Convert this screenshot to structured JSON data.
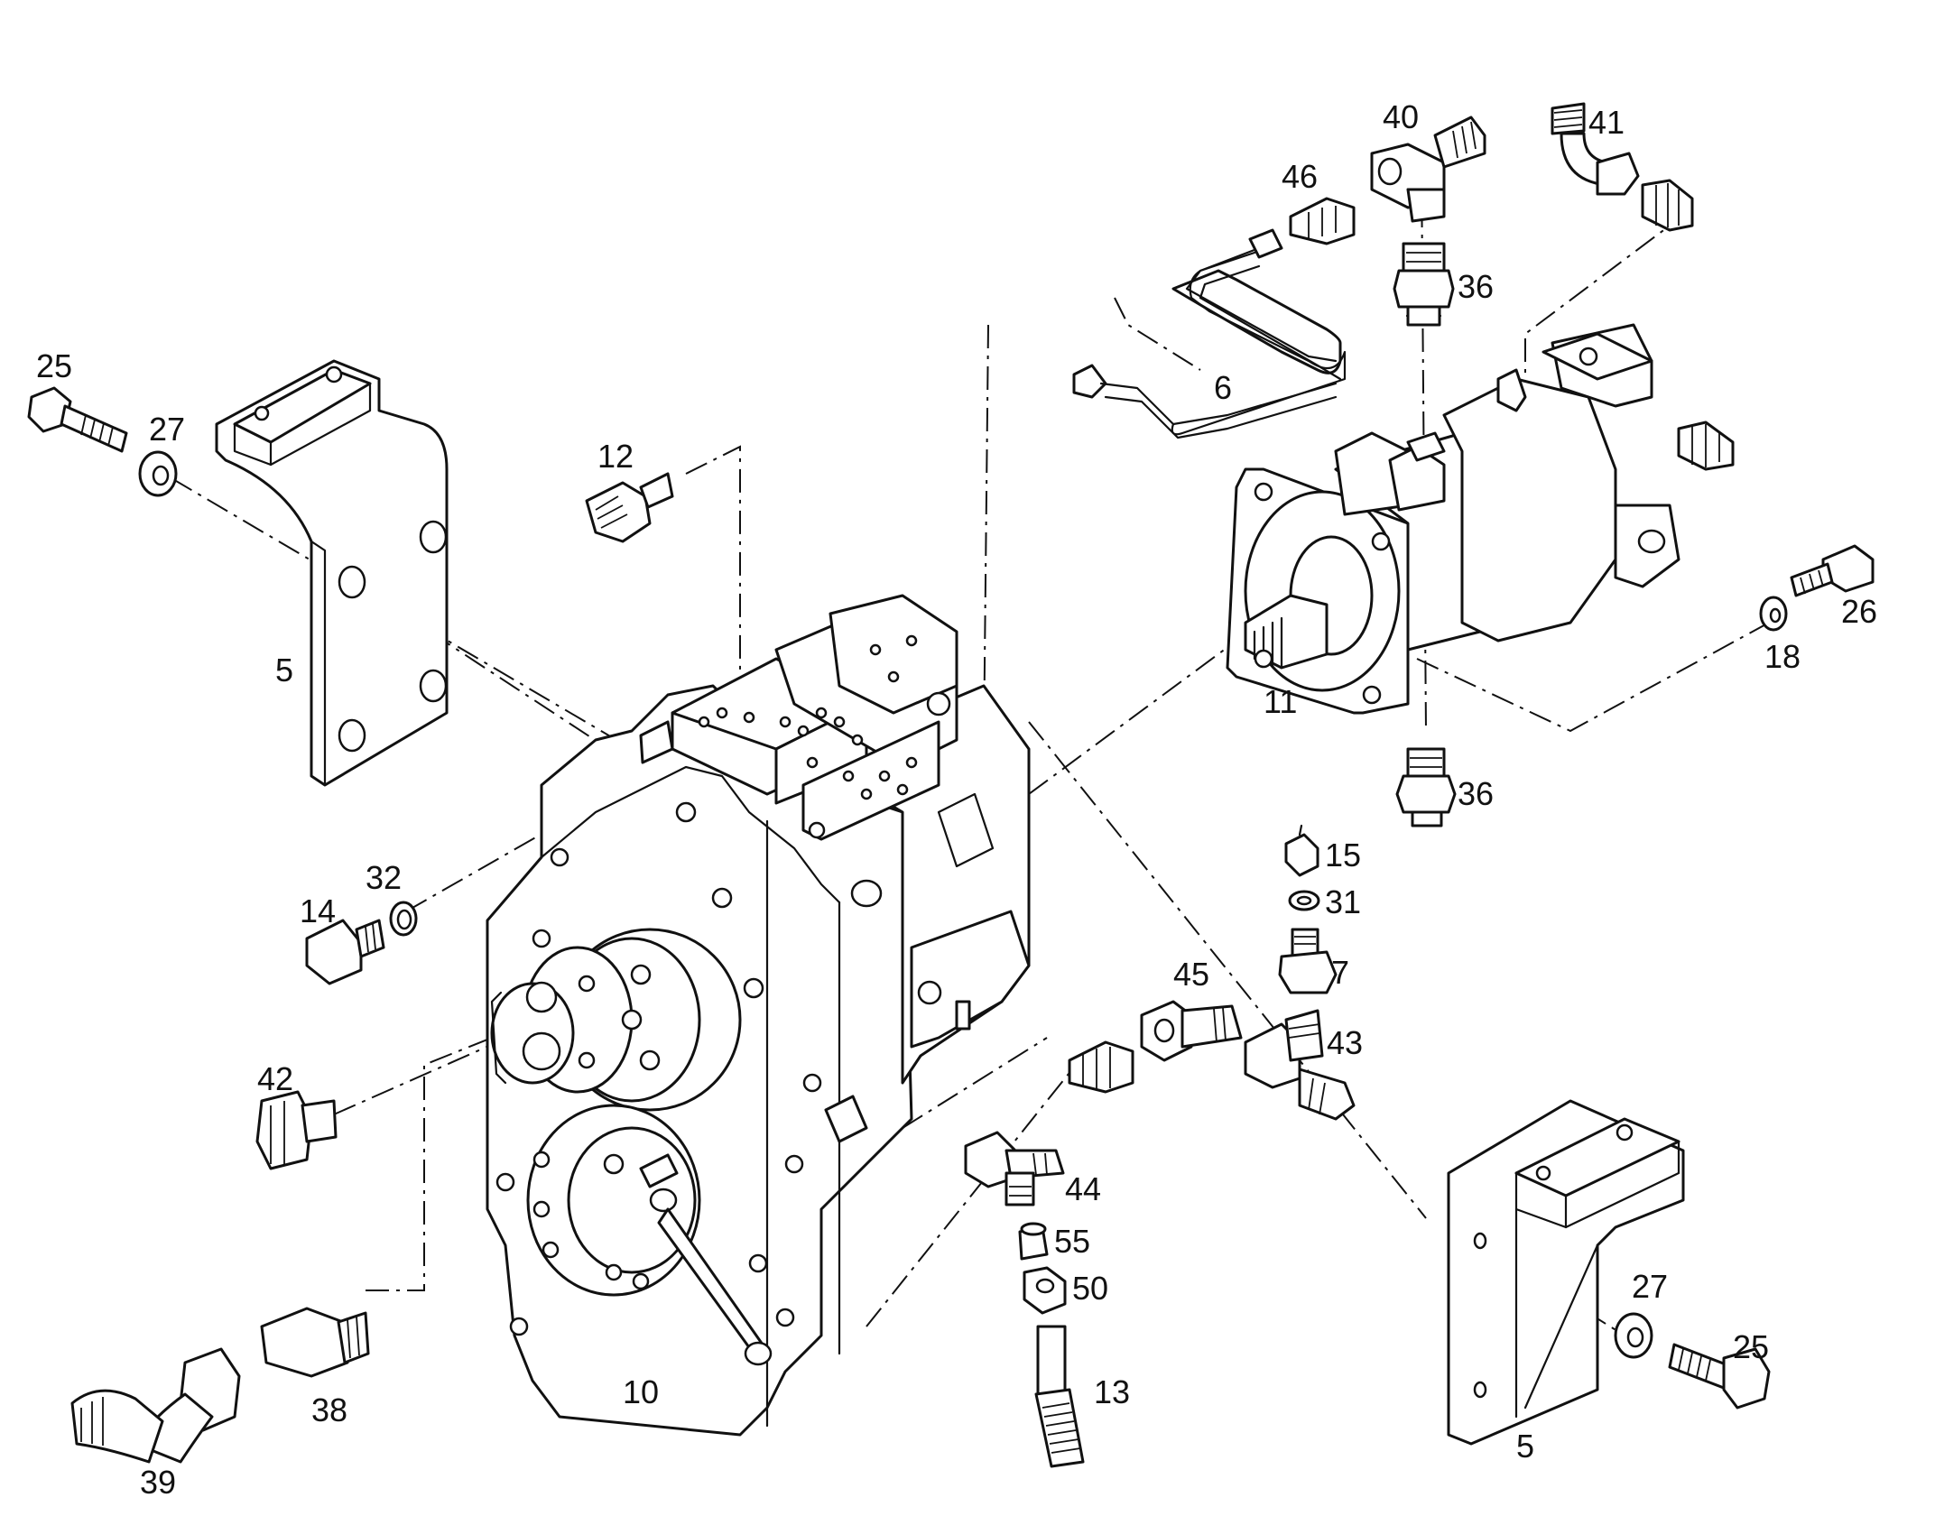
{
  "callouts": [
    {
      "id": "c-25a",
      "label": "25"
    },
    {
      "id": "c-27a",
      "label": "27"
    },
    {
      "id": "c-5a",
      "label": "5"
    },
    {
      "id": "c-12",
      "label": "12"
    },
    {
      "id": "c-6",
      "label": "6"
    },
    {
      "id": "c-46",
      "label": "46"
    },
    {
      "id": "c-40",
      "label": "40"
    },
    {
      "id": "c-41",
      "label": "41"
    },
    {
      "id": "c-36a",
      "label": "36"
    },
    {
      "id": "c-11",
      "label": "11"
    },
    {
      "id": "c-26",
      "label": "26"
    },
    {
      "id": "c-18",
      "label": "18"
    },
    {
      "id": "c-36b",
      "label": "36"
    },
    {
      "id": "c-15",
      "label": "15"
    },
    {
      "id": "c-31",
      "label": "31"
    },
    {
      "id": "c-7",
      "label": "7"
    },
    {
      "id": "c-45",
      "label": "45"
    },
    {
      "id": "c-43",
      "label": "43"
    },
    {
      "id": "c-14",
      "label": "14"
    },
    {
      "id": "c-32",
      "label": "32"
    },
    {
      "id": "c-42",
      "label": "42"
    },
    {
      "id": "c-44",
      "label": "44"
    },
    {
      "id": "c-55",
      "label": "55"
    },
    {
      "id": "c-50",
      "label": "50"
    },
    {
      "id": "c-13",
      "label": "13"
    },
    {
      "id": "c-27b",
      "label": "27"
    },
    {
      "id": "c-25b",
      "label": "25"
    },
    {
      "id": "c-5b",
      "label": "5"
    },
    {
      "id": "c-10",
      "label": "10"
    },
    {
      "id": "c-38",
      "label": "38"
    },
    {
      "id": "c-39",
      "label": "39"
    }
  ]
}
